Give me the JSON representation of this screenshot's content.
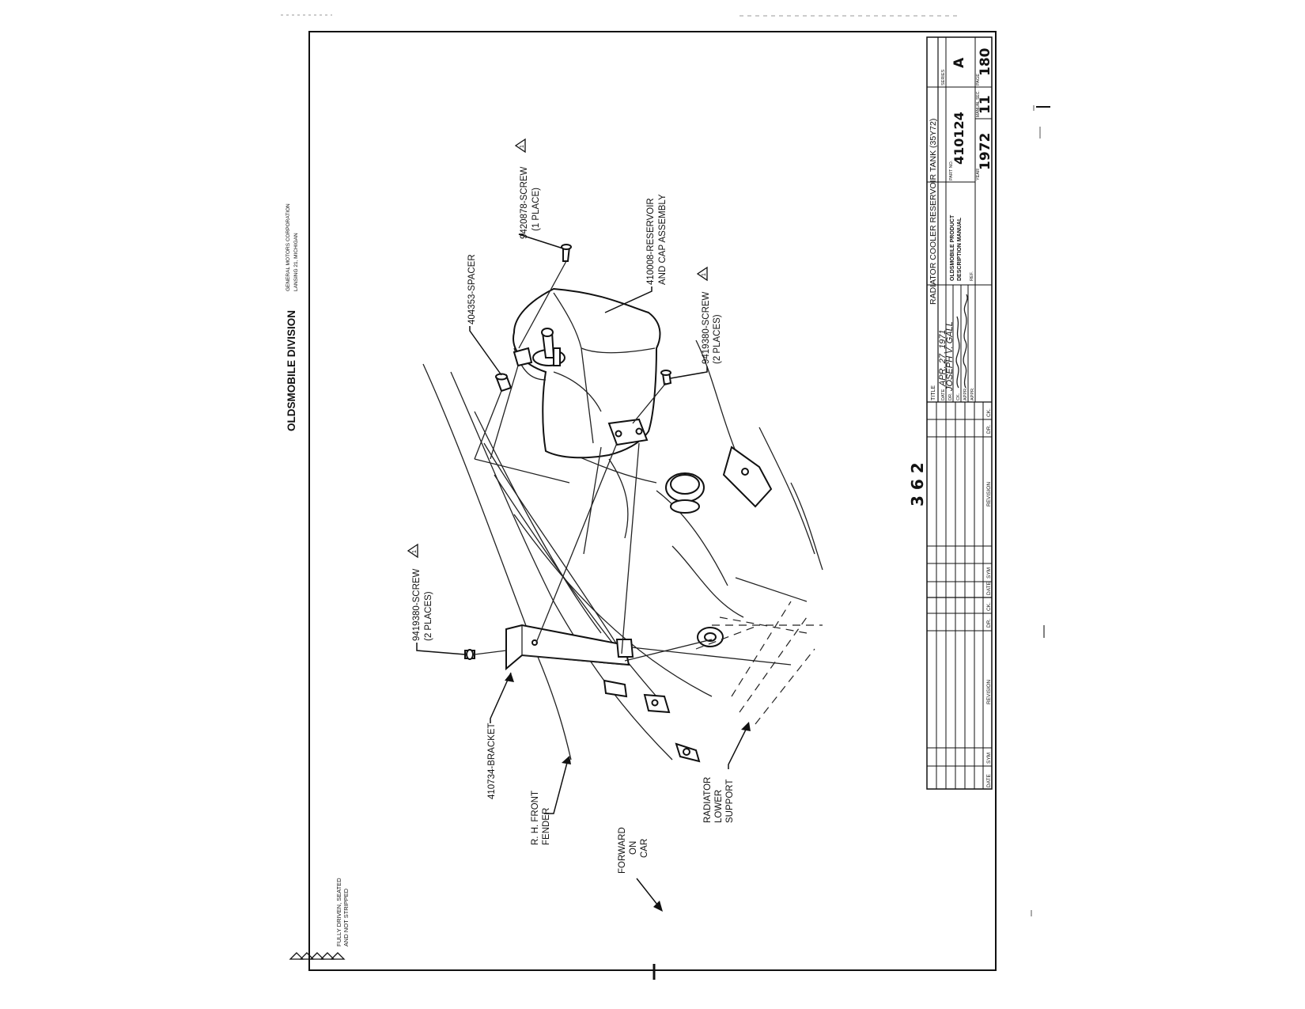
{
  "header": {
    "division": "OLDSMOBILE DIVISION",
    "corporation": "GENERAL MOTORS CORPORATION",
    "location": "LANSING 21, MICHIGAN"
  },
  "labels": {
    "screw_top": "9420878-SCREW",
    "screw_top_note": "(1 PLACE)",
    "spacer": "404353-SPACER",
    "reservoir_1": "410008-RESERVOIR",
    "reservoir_2": "AND CAP ASSEMBLY",
    "screw_mid": "9419380-SCREW",
    "screw_mid_note": "(2 PLACES)",
    "screw_left": "9419380-SCREW",
    "screw_left_note": "(2 PLACES)",
    "bracket": "410734-BRACKET",
    "fender_1": "R. H. FRONT",
    "fender_2": "FENDER",
    "radiator_1": "RADIATOR",
    "radiator_2": "LOWER",
    "radiator_3": "SUPPORT",
    "forward_1": "FORWARD",
    "forward_2": "ON",
    "forward_3": "CAR",
    "sheet_number": "3 6 2",
    "note_1": "FULLY DRIVEN, SEATED",
    "note_2": "AND NOT STRIPPED"
  },
  "title_block": {
    "title_label": "TITLE",
    "title": "RADIATOR COOLER RESERVOIR TANK  (35Y72)",
    "date_label": "DATE",
    "date_value": "APR. 27, 1971",
    "dr_label": "DR.",
    "dr_value": "JOSEPH V. GALL",
    "ck_label": "CK.",
    "appr_label": "APPR.",
    "appr2_label": "APPR.",
    "manual_1": "OLDSMOBILE PRODUCT",
    "manual_2": "DESCRIPTION MANUAL",
    "ref_label": "REF.",
    "part_label": "PART NO.",
    "part_no": "410124",
    "series_label": "SERIES",
    "series": "A",
    "year_label": "YEAR",
    "year": "1972",
    "section_label": "MANUAL SEC.",
    "section": "11",
    "page_label": "PAGE",
    "page": "180"
  },
  "revision_table": {
    "headers": [
      "DATE",
      "SYM",
      "REVISION",
      "DR.",
      "CK.",
      "DATE",
      "SYM",
      "REVISION",
      "DR.",
      "CK."
    ]
  }
}
